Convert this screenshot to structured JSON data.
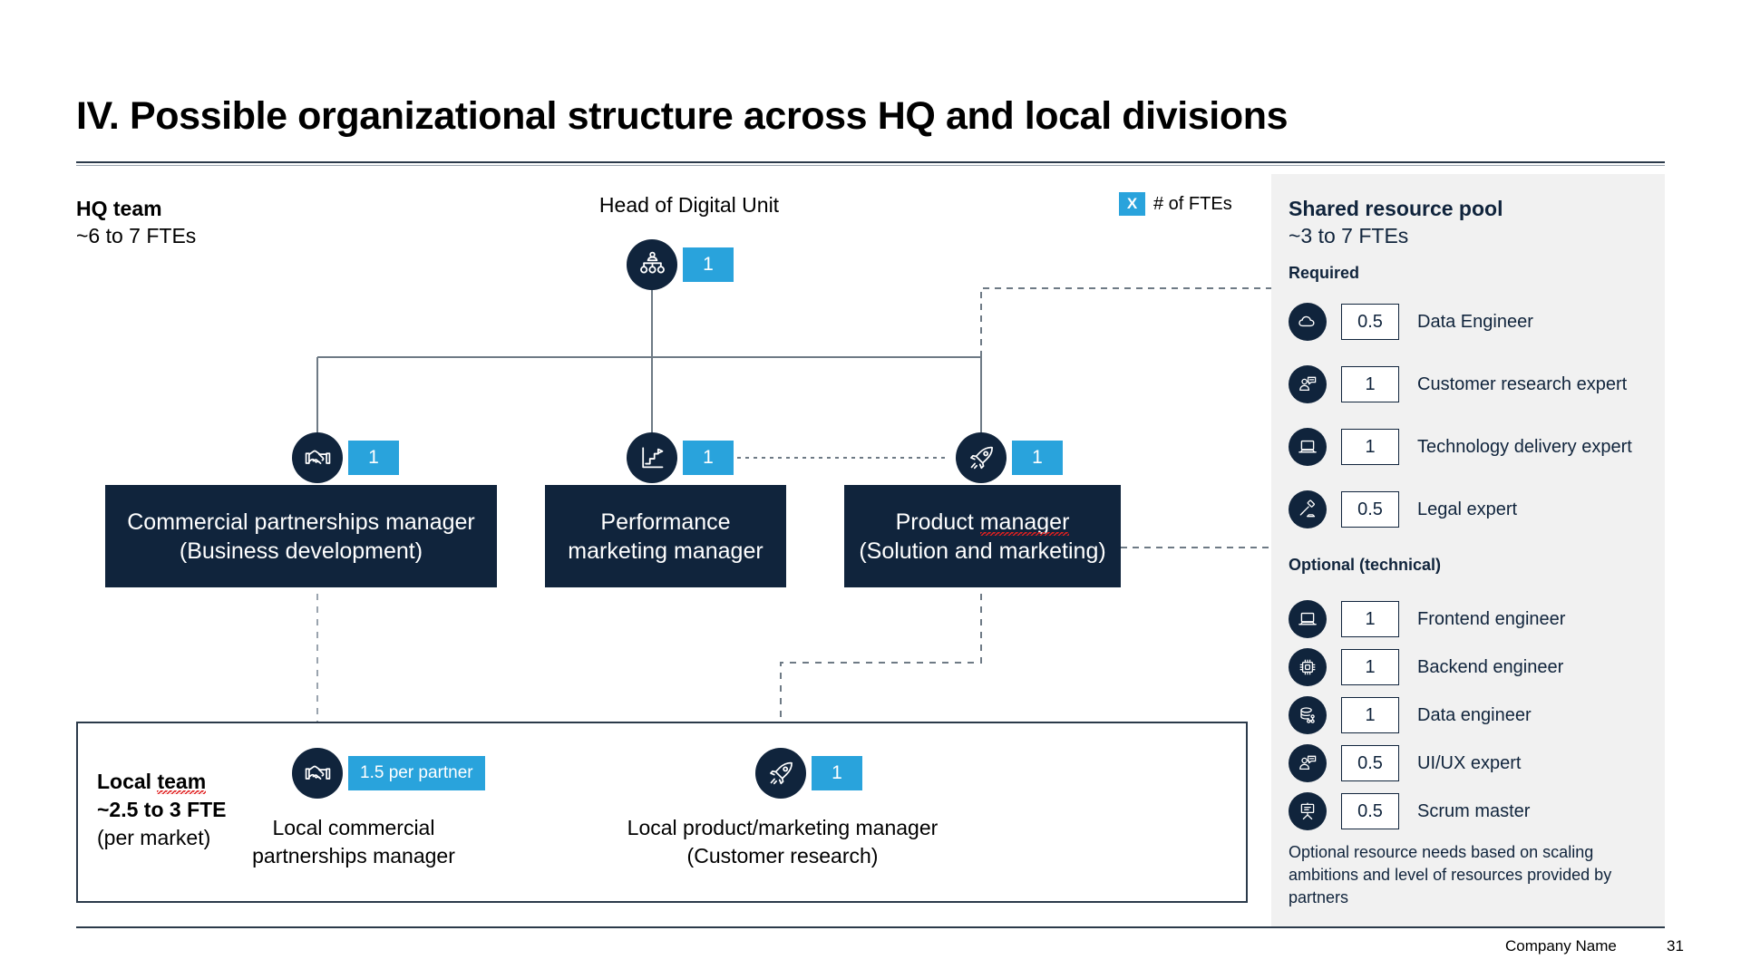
{
  "slide": {
    "title": "IV. Possible organizational structure across HQ and local divisions",
    "footer_company": "Company Name",
    "footer_page": "31"
  },
  "legend": {
    "badge": "X",
    "text": "# of FTEs"
  },
  "hq": {
    "label_line1": "HQ team",
    "label_line2": "~6 to 7 FTEs",
    "head_title": "Head of Digital Unit",
    "head_badge": "1",
    "head_icon": "org-hierarchy-icon"
  },
  "hq_roles": [
    {
      "icon": "handshake-icon",
      "badge": "1",
      "line1": "Commercial partnerships manager",
      "line2": "(Business development)"
    },
    {
      "icon": "growth-chart-icon",
      "badge": "1",
      "line1": "Performance",
      "line2": "marketing manager"
    },
    {
      "icon": "rocket-icon",
      "badge": "1",
      "line1": "Product manager",
      "line2": "(Solution and marketing)"
    }
  ],
  "local": {
    "label_line1": "Local team",
    "label_line2": "~2.5 to 3 FTE",
    "label_line3": "(per market)",
    "roles": [
      {
        "icon": "handshake-icon",
        "badge": "1.5 per partner",
        "line1": "Local commercial",
        "line2": "partnerships manager"
      },
      {
        "icon": "rocket-icon",
        "badge": "1",
        "line1": "Local product/marketing manager",
        "line2": "(Customer research)"
      }
    ]
  },
  "pool": {
    "title_line1": "Shared resource pool",
    "title_line2": "~3 to 7 FTEs",
    "required_heading": "Required",
    "optional_heading": "Optional (technical)",
    "required": [
      {
        "icon": "cloud-icon",
        "fte": "0.5",
        "label": "Data Engineer"
      },
      {
        "icon": "user-chat-icon",
        "fte": "1",
        "label": "Customer research expert"
      },
      {
        "icon": "laptop-icon",
        "fte": "1",
        "label": "Technology delivery expert"
      },
      {
        "icon": "gavel-icon",
        "fte": "0.5",
        "label": "Legal expert"
      }
    ],
    "optional": [
      {
        "icon": "laptop-icon",
        "fte": "1",
        "label": "Frontend engineer"
      },
      {
        "icon": "chip-icon",
        "fte": "1",
        "label": "Backend engineer"
      },
      {
        "icon": "database-icon",
        "fte": "1",
        "label": "Data engineer"
      },
      {
        "icon": "user-chat-icon",
        "fte": "0.5",
        "label": "UI/UX expert"
      },
      {
        "icon": "easel-icon",
        "fte": "0.5",
        "label": "Scrum master"
      }
    ],
    "note": "Optional resource needs based on scaling ambitions and level of resources provided by partners"
  },
  "colors": {
    "navy": "#10243c",
    "accent_blue": "#29A3DC",
    "panel_bg": "#f1f1f1",
    "rule": "#2b3a4a"
  }
}
